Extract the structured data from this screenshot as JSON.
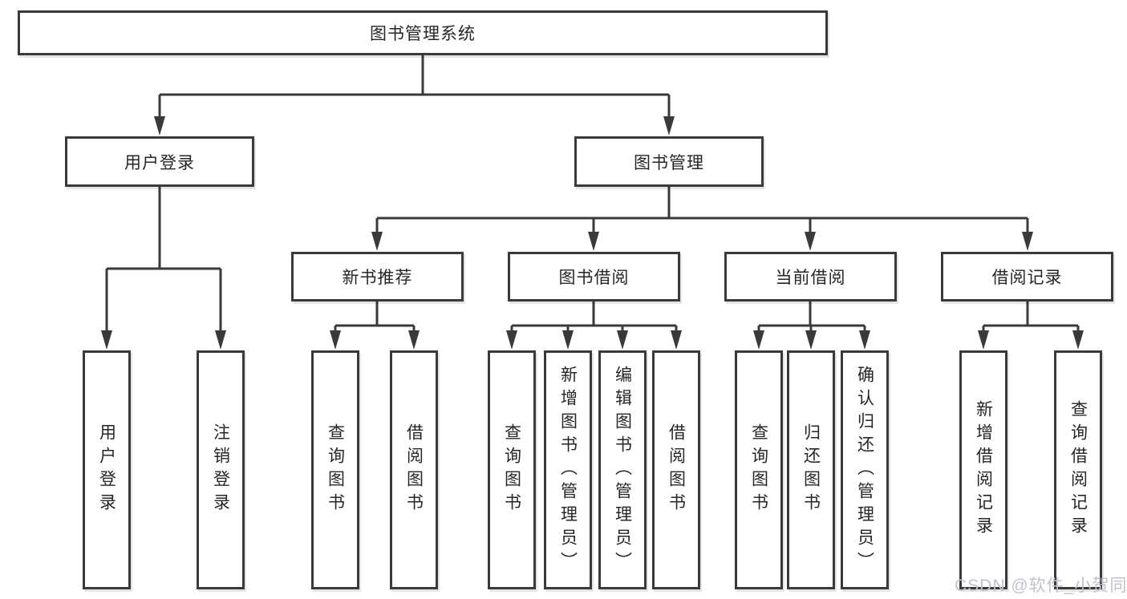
{
  "diagram_title": "图书管理系统",
  "nodes": {
    "root": "图书管理系统",
    "level2": {
      "user_login": "用户登录",
      "book_management": "图书管理"
    },
    "level3": {
      "new_book_recommend": "新书推荐",
      "book_borrowing": "图书借阅",
      "current_borrowing": "当前借阅",
      "borrowing_records": "借阅记录"
    },
    "leaves": {
      "user_login": [
        "用户登录",
        "注销登录"
      ],
      "new_book_recommend": [
        "查询图书",
        "借阅图书"
      ],
      "book_borrowing": [
        "查询图书",
        "新增图书（管理员）",
        "编辑图书（管理员）",
        "借阅图书"
      ],
      "current_borrowing": [
        "查询图书",
        "归还图书",
        "确认归还（管理员）"
      ],
      "borrowing_records": [
        "新增借阅记录",
        "查询借阅记录"
      ]
    }
  },
  "watermark": "CSDN @软件_小贺同学",
  "colors": {
    "line": "#3a3a3a",
    "text": "#262626",
    "background": "#ffffff",
    "watermark": "#bfc3c9"
  }
}
